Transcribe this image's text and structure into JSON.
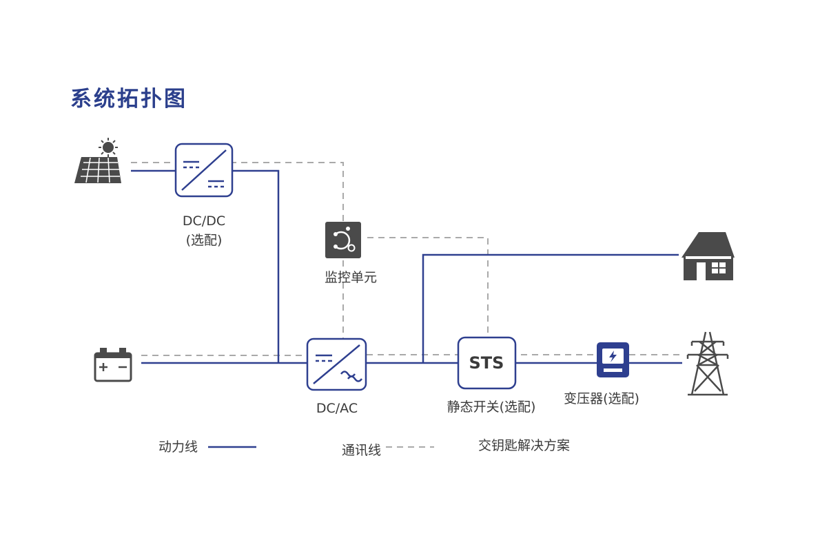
{
  "title": "系统拓扑图",
  "colors": {
    "power": "#2e3f8f",
    "comm": "#a9a9a9",
    "icon": "#4a4a4a",
    "title": "#2b3f8c"
  },
  "nodes": {
    "solar": {
      "icon": "solar-panel-icon"
    },
    "dcdc": {
      "label1": "DC/DC",
      "label2": "(选配)",
      "icon": "dc-dc-converter-icon"
    },
    "monitor": {
      "label": "监控单元",
      "icon": "monitoring-unit-icon"
    },
    "battery": {
      "icon": "battery-icon"
    },
    "dcac": {
      "label": "DC/AC",
      "icon": "dc-ac-inverter-icon"
    },
    "sts": {
      "label": "静态开关(选配)",
      "text": "STS"
    },
    "meter": {
      "label": "变压器(选配)",
      "icon": "meter-icon"
    },
    "house": {
      "icon": "house-icon"
    },
    "tower": {
      "icon": "power-tower-icon"
    }
  },
  "legend": {
    "power_line": "动力线",
    "comm_line": "通讯线",
    "solution": "交钥匙解决方案"
  }
}
